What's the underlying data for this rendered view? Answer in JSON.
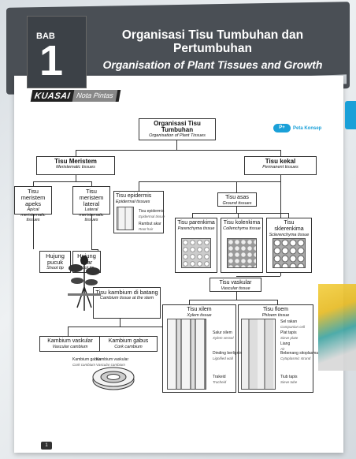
{
  "header": {
    "bab_label": "BAB",
    "bab_number": "1",
    "title_ms": "Organisasi Tisu Tumbuhan dan Pertumbuhan",
    "title_en": "Organisation of Plant Tissues and Growth"
  },
  "badge": {
    "kuasai": "KUASAI",
    "nota": "Nota Pintas"
  },
  "peta": {
    "icon": "P+",
    "label": "Peta Konsep"
  },
  "root": {
    "ms": "Organisasi Tisu Tumbuhan",
    "en": "Organisation of Plant Tissues"
  },
  "meristem": {
    "ms": "Tisu Meristem",
    "en": "Meristematic tissues"
  },
  "kekal": {
    "ms": "Tisu kekal",
    "en": "Permanent tissues"
  },
  "apeks": {
    "ms": "Tisu meristem apeks",
    "en": "Apical meristematic tissues"
  },
  "lateral": {
    "ms": "Tisu meristem lateral",
    "en": "Lateral meristematic tissues"
  },
  "pucuk": {
    "ms": "Hujung pucuk",
    "en": "Shoot tip"
  },
  "akar": {
    "ms": "Hujung akar",
    "en": "Root tip"
  },
  "kambium_batang": {
    "ms": "Tisu kambium di batang",
    "en": "Cambium tissue at the stem"
  },
  "kambium_vaskular": {
    "ms": "Kambium vaskular",
    "en": "Vascular cambium"
  },
  "kambium_gabus": {
    "ms": "Kambium gabus",
    "en": "Cork cambium"
  },
  "epidermis": {
    "ms": "Tisu epidermis",
    "en": "Epidermal tissues"
  },
  "epi_labels": {
    "tisu_ms": "Tisu epidermis",
    "tisu_en": "Epidermal tissue",
    "rambut_ms": "Rambut akar",
    "rambut_en": "Root hair"
  },
  "asas": {
    "ms": "Tisu asas",
    "en": "Ground tissues"
  },
  "parenkima": {
    "ms": "Tisu parenkima",
    "en": "Parenchyma tissue"
  },
  "kolenkima": {
    "ms": "Tisu kolenkima",
    "en": "Collenchyma tissue"
  },
  "sklerenkima": {
    "ms": "Tisu sklerenkima",
    "en": "Sclerenchyma tissue"
  },
  "vaskular": {
    "ms": "Tisu vaskular",
    "en": "Vascular tissue"
  },
  "xilem": {
    "ms": "Tisu xilem",
    "en": "Xylem tissue"
  },
  "floem": {
    "ms": "Tisu floem",
    "en": "Phloem tissue"
  },
  "xilem_labels": [
    {
      "ms": "Salur xilem",
      "en": "Xylem vessel"
    },
    {
      "ms": "Dinding berlignin",
      "en": "Lignified wall"
    },
    {
      "ms": "Trakeid",
      "en": "Tracheid"
    }
  ],
  "floem_labels": [
    {
      "ms": "Sel rakan",
      "en": "Companion cell"
    },
    {
      "ms": "Plat tapis",
      "en": "Sieve plate"
    },
    {
      "ms": "Liang",
      "en": "Air"
    },
    {
      "ms": "Bebenang sitoplasma",
      "en": "Cytoplasmic strand"
    },
    {
      "ms": "Tiub tapis",
      "en": "Sieve tube"
    }
  ],
  "cyl_labels": {
    "gabus_ms": "Kambium gabus",
    "gabus_en": "Cork cambium",
    "vask_ms": "Kambium vaskular",
    "vask_en": "Vascular cambium"
  },
  "page_number": "1"
}
